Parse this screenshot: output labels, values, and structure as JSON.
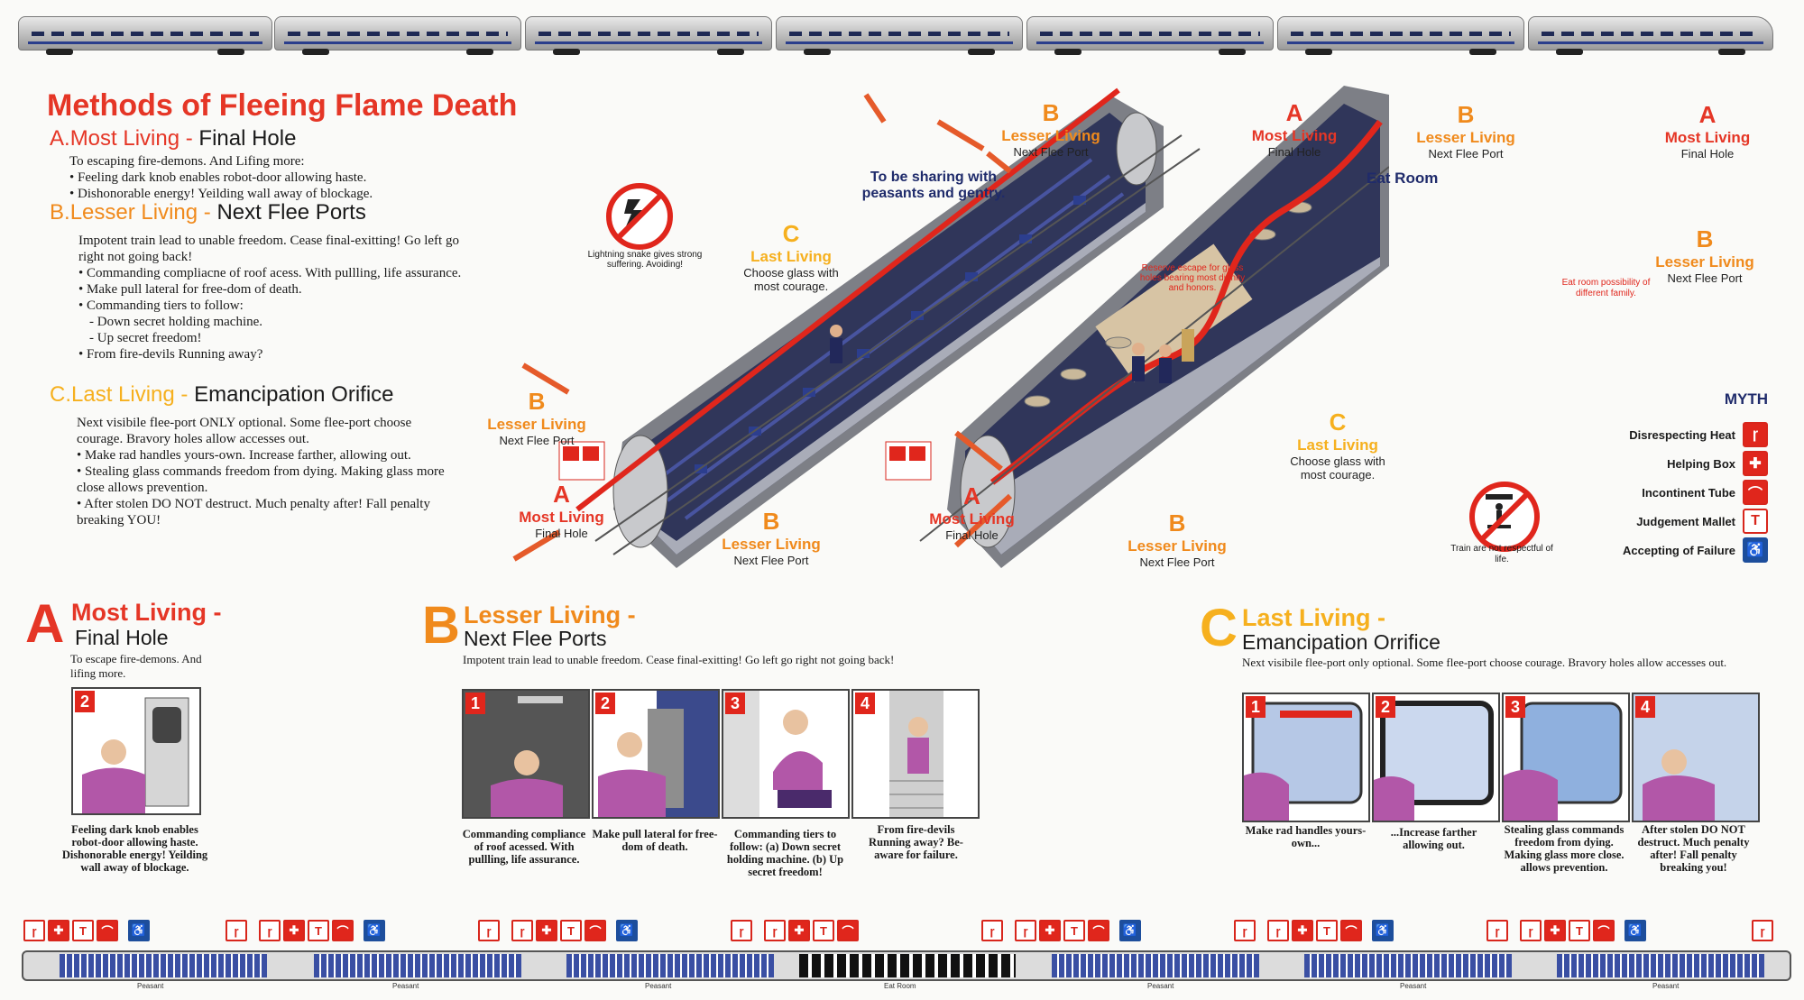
{
  "title": "Methods of Fleeing Flame Death",
  "guide": {
    "a_prefix": "A.",
    "a_title": "Most Living",
    "a_sep": " - ",
    "a_sub": "Final Hole",
    "a_intro": "To escaping fire-demons. And Lifing more:",
    "a_bullets": [
      "• Feeling dark knob enables robot-door allowing haste.",
      "• Dishonorable energy! Yeilding wall away of blockage."
    ],
    "b_prefix": "B.",
    "b_title": "Lesser Living",
    "b_sep": " - ",
    "b_sub": "Next Flee Ports",
    "b_intro": "Impotent train lead to unable freedom. Cease final-exitting! Go left go right not going back!",
    "b_bullets": [
      "• Commanding compliacne of roof acess. With pullling, life assurance.",
      "• Make pull lateral for free-dom of death.",
      "• Commanding tiers to follow:",
      "- Down secret holding machine.",
      "- Up secret freedom!",
      "• From fire-devils Running away?"
    ],
    "c_prefix": "C.",
    "c_title": "Last Living",
    "c_sep": " - ",
    "c_sub": "Emancipation Orifice",
    "c_intro": "Next visibile flee-port ONLY optional. Some flee-port choose courage. Bravory holes allow accesses out.",
    "c_bullets": [
      "• Make rad handles yours-own. Increase farther, allowing out.",
      "• Stealing glass commands freedom from dying. Making glass more close allows prevention.",
      "• After stolen DO NOT destruct. Much penalty after! Fall penalty breaking YOU!"
    ]
  },
  "diagram": {
    "lightning_sign": "Lightning snake gives strong suffering. Avoiding!",
    "train_sign": "Train are not respectful of life.",
    "sharing": "To be sharing with peasants and gentry.",
    "eat_room": "Eat Room",
    "reserve": "Reserve escape for glass holes bearing most dignity and honors.",
    "family": "Eat room possibility of different family.",
    "letter_a": "A",
    "letter_b": "B",
    "letter_c": "C",
    "most_living": "Most Living",
    "final_hole": "Final Hole",
    "lesser_living": "Lesser Living",
    "next_flee_port": "Next Flee Port",
    "last_living": "Last Living",
    "choose_glass": "Choose glass with most courage."
  },
  "legend": {
    "title": "MYTH",
    "items": [
      {
        "label": "Disrespecting Heat",
        "icon": "hammer-icon",
        "glyph": "ɼ"
      },
      {
        "label": "Helping Box",
        "icon": "first-aid-icon",
        "glyph": "✚"
      },
      {
        "label": "Incontinent Tube",
        "icon": "extinguisher-icon",
        "glyph": "⌒"
      },
      {
        "label": "Judgement Mallet",
        "icon": "mallet-icon",
        "glyph": "T"
      },
      {
        "label": "Accepting of Failure",
        "icon": "wheelchair-icon",
        "glyph": "♿"
      }
    ]
  },
  "section_a": {
    "letter": "A",
    "title": "Most Living -",
    "sub": "Final Hole",
    "intro": "To escape fire-demons. And lifing more.",
    "steps": [
      {
        "num": "2",
        "caption": "Feeling dark knob enables robot-door allowing haste. Dishonorable energy! Yeilding wall away of blockage."
      }
    ]
  },
  "section_b": {
    "letter": "B",
    "title": "Lesser Living -",
    "sub": "Next Flee Ports",
    "intro": "Impotent train lead to unable freedom. Cease final-exitting! Go left go right not going back!",
    "steps": [
      {
        "num": "1",
        "caption": "Commanding compliance of roof acessed. With pullling, life assurance."
      },
      {
        "num": "2",
        "caption": "Make pull lateral for free-dom of death."
      },
      {
        "num": "3",
        "caption": "Commanding tiers to follow: (a) Down secret holding machine. (b) Up secret freedom!"
      },
      {
        "num": "4",
        "caption": "From fire-devils Running away? Be-aware for failure."
      }
    ]
  },
  "section_c": {
    "letter": "C",
    "title": "Last Living -",
    "sub": "Emancipation Orrifice",
    "intro": "Next visibile flee-port only optional. Some flee-port choose courage. Bravory holes allow accesses out.",
    "steps": [
      {
        "num": "1",
        "caption": "Make rad handles yours-own..."
      },
      {
        "num": "2",
        "caption": "...Increase farther allowing out."
      },
      {
        "num": "3",
        "caption": "Stealing glass commands freedom from dying. Making glass more close. allows prevention."
      },
      {
        "num": "4",
        "caption": "After stolen DO NOT destruct. Much penalty after! Fall penalty breaking you!"
      }
    ]
  },
  "plan": {
    "peasant": "Peasant",
    "eat_room": "Eat Room"
  },
  "colors": {
    "red": "#e53626",
    "orange": "#f08a1c",
    "amber": "#f6b01e",
    "navy": "#1f2b6b"
  }
}
